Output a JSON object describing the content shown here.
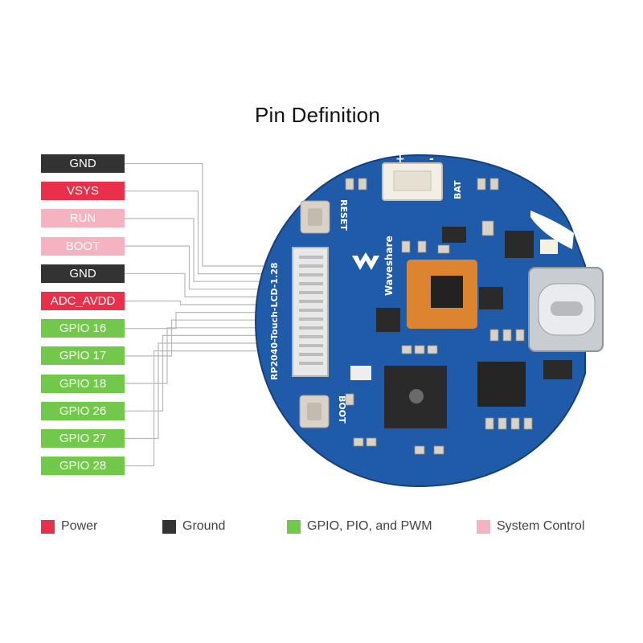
{
  "title": "Pin Definition",
  "colors": {
    "power": "#e8304a",
    "ground": "#333333",
    "gpio": "#72c84a",
    "system": "#f5b3c1",
    "board": "#1f5ba8",
    "board_edge": "#173f7a"
  },
  "pins": [
    {
      "label": "GND",
      "category": "ground"
    },
    {
      "label": "VSYS",
      "category": "power"
    },
    {
      "label": "RUN",
      "category": "system"
    },
    {
      "label": "BOOT",
      "category": "system"
    },
    {
      "label": "GND",
      "category": "ground"
    },
    {
      "label": "ADC_AVDD",
      "category": "power"
    },
    {
      "label": "GPIO 16",
      "category": "gpio"
    },
    {
      "label": "GPIO 17",
      "category": "gpio"
    },
    {
      "label": "GPIO 18",
      "category": "gpio"
    },
    {
      "label": "GPIO 26",
      "category": "gpio"
    },
    {
      "label": "GPIO 27",
      "category": "gpio"
    },
    {
      "label": "GPIO 28",
      "category": "gpio"
    }
  ],
  "board": {
    "name": "RP2040-Touch-LCD-1.28",
    "brand": "Waveshare",
    "reset_label": "RESET",
    "boot_label": "BOOT",
    "bat_label": "BAT",
    "plus_label": "+",
    "minus_label": "-"
  },
  "legend": [
    {
      "label": "Power",
      "category": "power"
    },
    {
      "label": "Ground",
      "category": "ground"
    },
    {
      "label": "GPIO, PIO, and PWM",
      "category": "gpio"
    },
    {
      "label": "System Control",
      "category": "system"
    }
  ]
}
